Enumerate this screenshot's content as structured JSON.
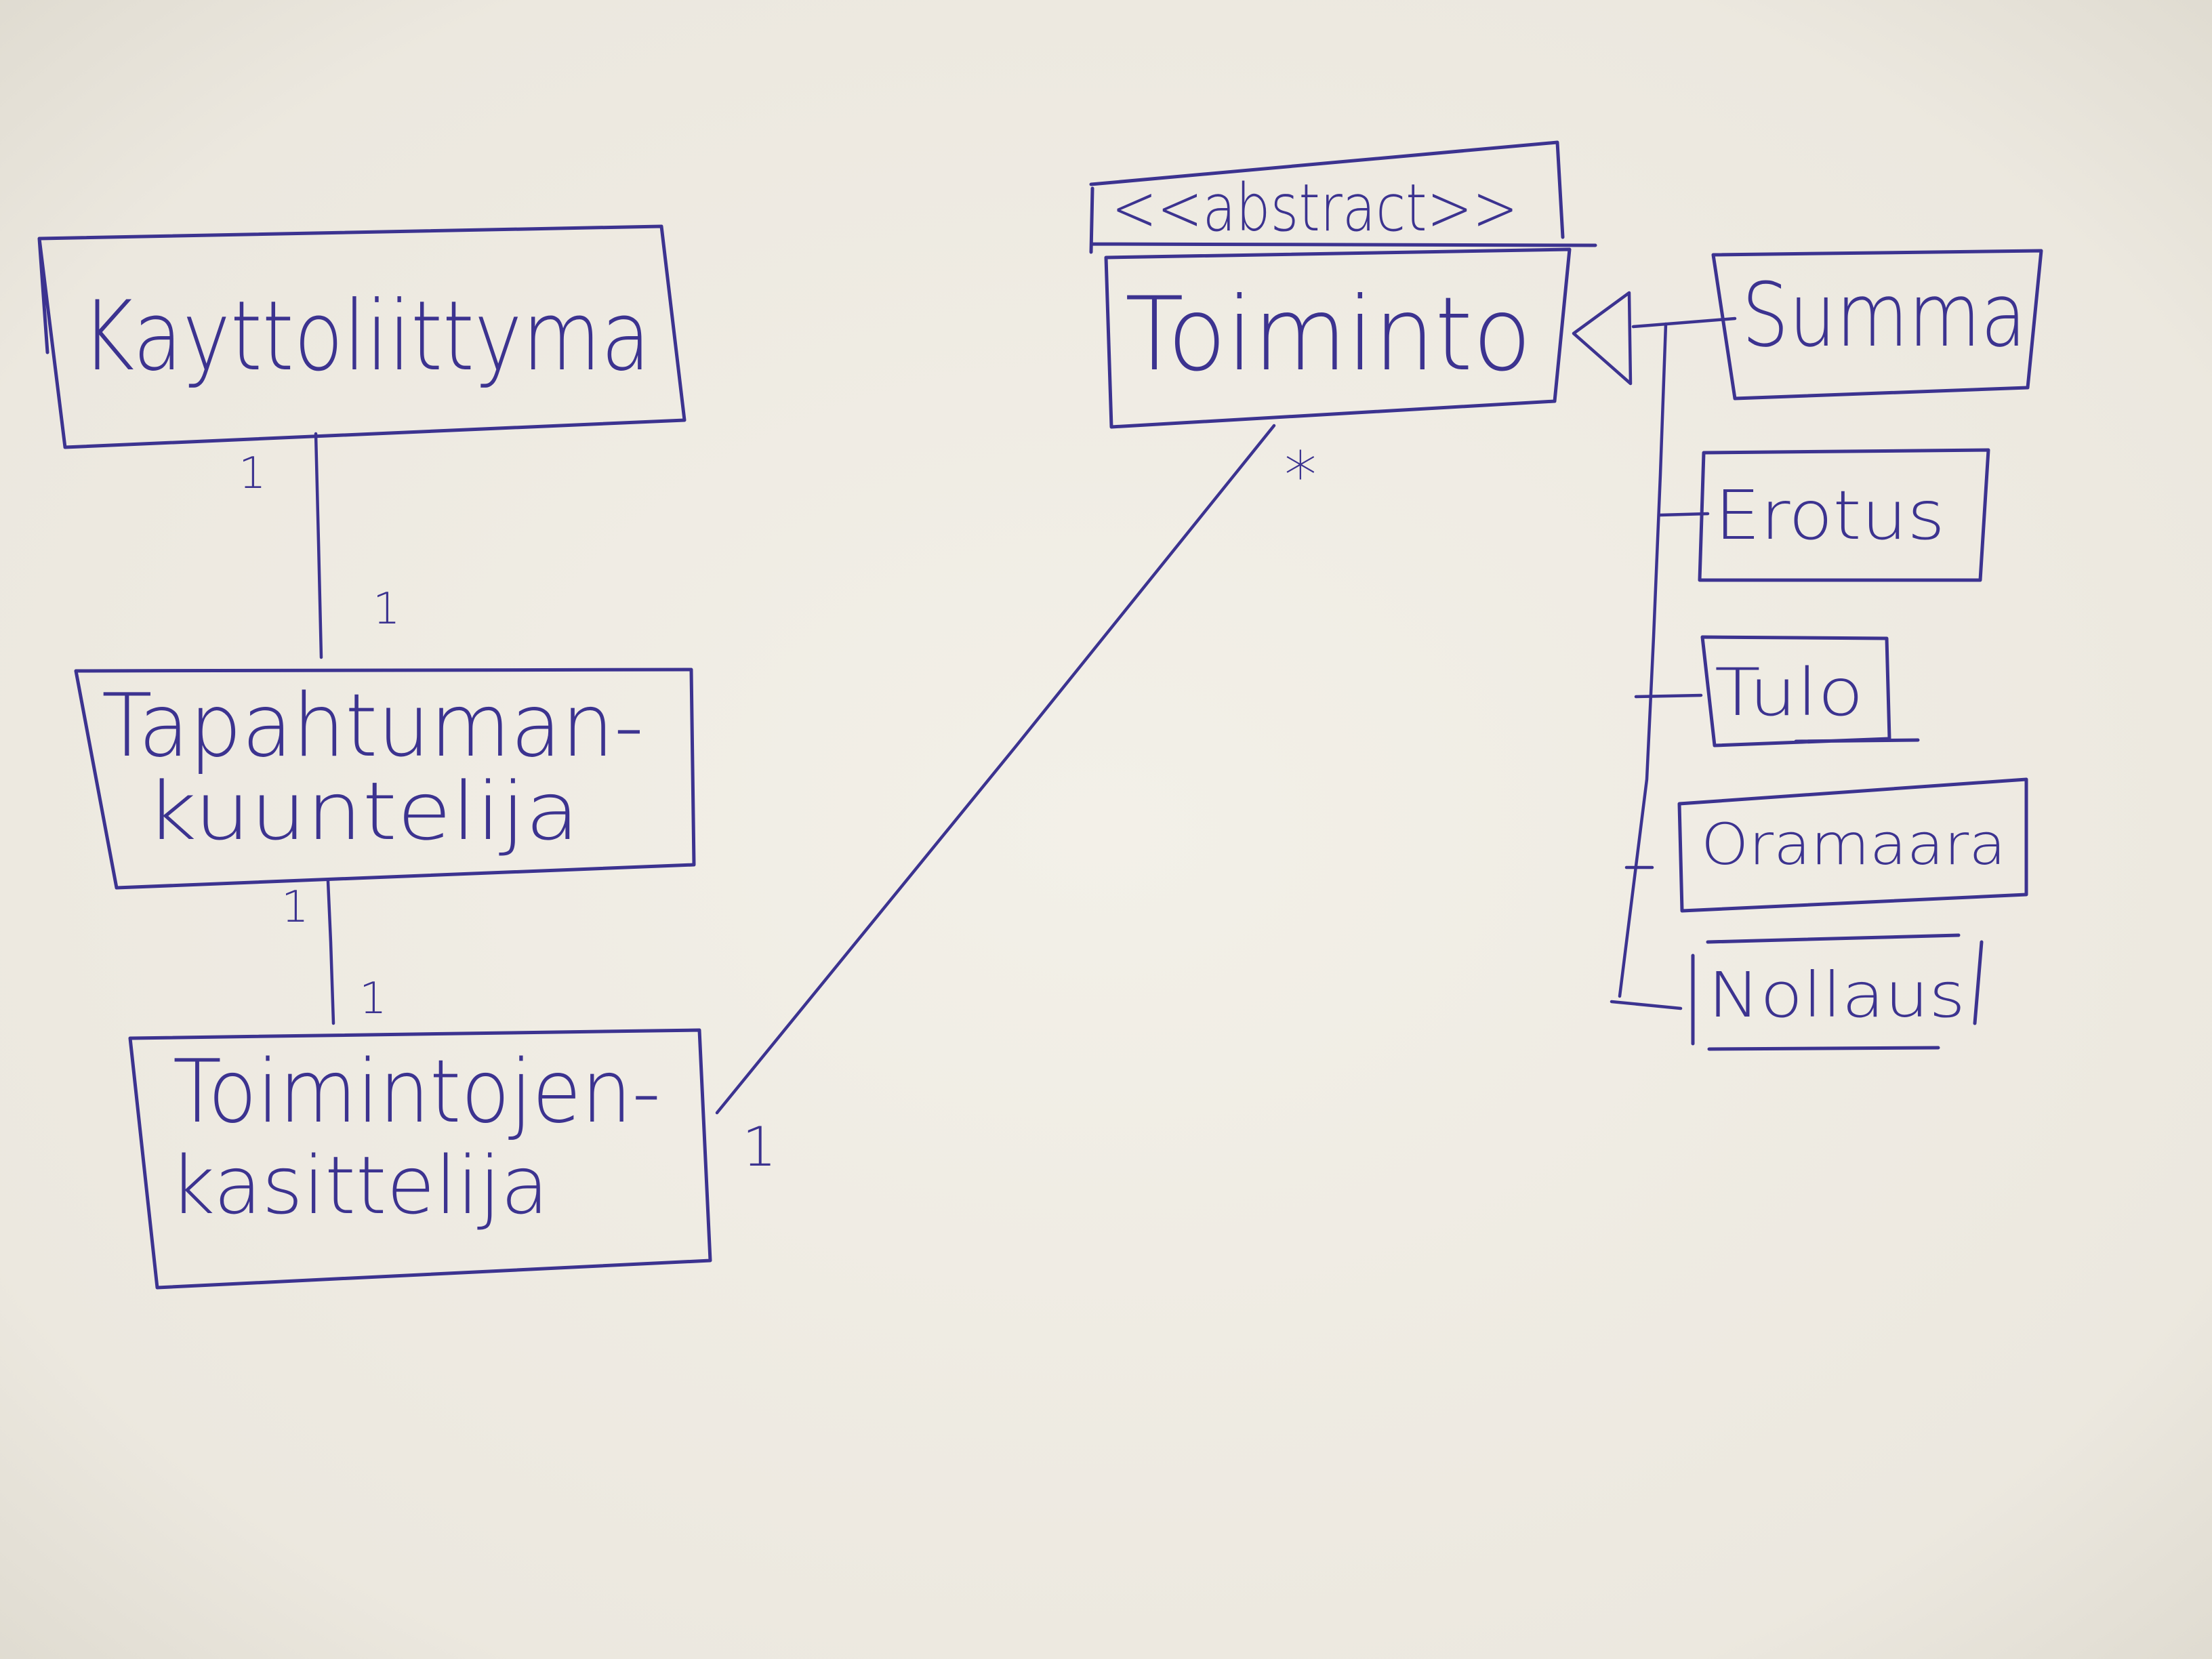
{
  "ink_color": "#3c3390",
  "paper_color": "#efece3",
  "paper_shade_color": "#dcd8cd",
  "classes": {
    "kayttoliittyma": {
      "lines": [
        "Kayttoliittyma"
      ]
    },
    "tapahtumankuuntelija": {
      "lines": [
        "Tapahtuman-",
        "kuuntelija"
      ]
    },
    "toimintojenkasittelija": {
      "lines": [
        "Toimintojen-",
        "kasittelija"
      ]
    },
    "toiminto": {
      "stereotype": "<<abstract>>",
      "lines": [
        "Toiminto"
      ]
    },
    "summa": {
      "lines": [
        "Summa"
      ]
    },
    "erotus": {
      "lines": [
        "Erotus"
      ]
    },
    "tulo": {
      "lines": [
        "Tulo"
      ]
    },
    "oramaara": {
      "lines": [
        "Oramaara"
      ]
    },
    "nollaus": {
      "lines": [
        "Nollaus"
      ]
    }
  },
  "multiplicities": {
    "kayttoliittyma_end": "1",
    "tapahtumankuuntelija_top": "1",
    "tapahtumankuuntelija_bottom": "1",
    "toimintojenkasittelija_top": "1",
    "toimintojenkasittelija_side": "1",
    "toiminto_end": "*"
  }
}
